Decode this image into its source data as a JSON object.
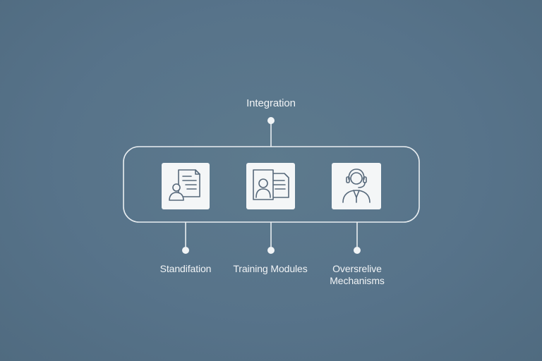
{
  "diagram": {
    "top_label": "Integration",
    "items": [
      {
        "label_lines": [
          "Standifation"
        ],
        "icon": "document-person-icon"
      },
      {
        "label_lines": [
          "Training Modules"
        ],
        "icon": "profile-card-icon"
      },
      {
        "label_lines": [
          "Oversrelive",
          "Mechanisms"
        ],
        "icon": "headset-agent-icon"
      }
    ]
  },
  "colors": {
    "background": "#57738a",
    "line": "#e9eef1",
    "tile": "#f4f6f7",
    "icon_stroke": "#56687a"
  }
}
